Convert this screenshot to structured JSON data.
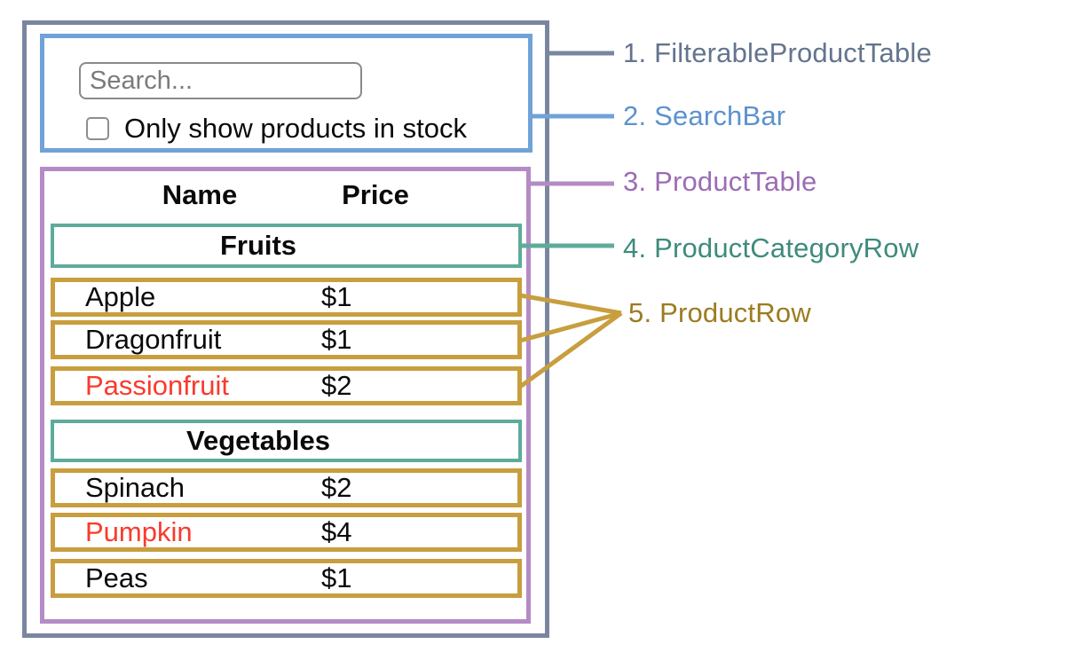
{
  "diagram": {
    "search": {
      "placeholder": "Search...",
      "checkbox_label": "Only show products in stock",
      "checkbox_checked": false
    },
    "table": {
      "headers": {
        "name": "Name",
        "price": "Price"
      },
      "sections": [
        {
          "category": "Fruits",
          "rows": [
            {
              "name": "Apple",
              "price": "$1",
              "highlighted": false
            },
            {
              "name": "Dragonfruit",
              "price": "$1",
              "highlighted": false
            },
            {
              "name": "Passionfruit",
              "price": "$2",
              "highlighted": true
            }
          ]
        },
        {
          "category": "Vegetables",
          "rows": [
            {
              "name": "Spinach",
              "price": "$2",
              "highlighted": false
            },
            {
              "name": "Pumpkin",
              "price": "$4",
              "highlighted": true
            },
            {
              "name": "Peas",
              "price": "$1",
              "highlighted": false
            }
          ]
        }
      ]
    },
    "labels": [
      {
        "text": "1. FilterableProductTable",
        "color": "#64748e"
      },
      {
        "text": "2. SearchBar",
        "color": "#5c92ce"
      },
      {
        "text": "3. ProductTable",
        "color": "#9b6db4"
      },
      {
        "text": "4. ProductCategoryRow",
        "color": "#3e8b7b"
      },
      {
        "text": "5. ProductRow",
        "color": "#9c7c20"
      }
    ],
    "colors": {
      "filterable_product_table_border": "#7a86a0",
      "search_bar_border": "#70a2d8",
      "product_table_border": "#b48bc6",
      "product_category_row_border": "#5fab9b",
      "product_row_border": "#c89e3f",
      "highlight_text": "#f93b2c"
    }
  }
}
